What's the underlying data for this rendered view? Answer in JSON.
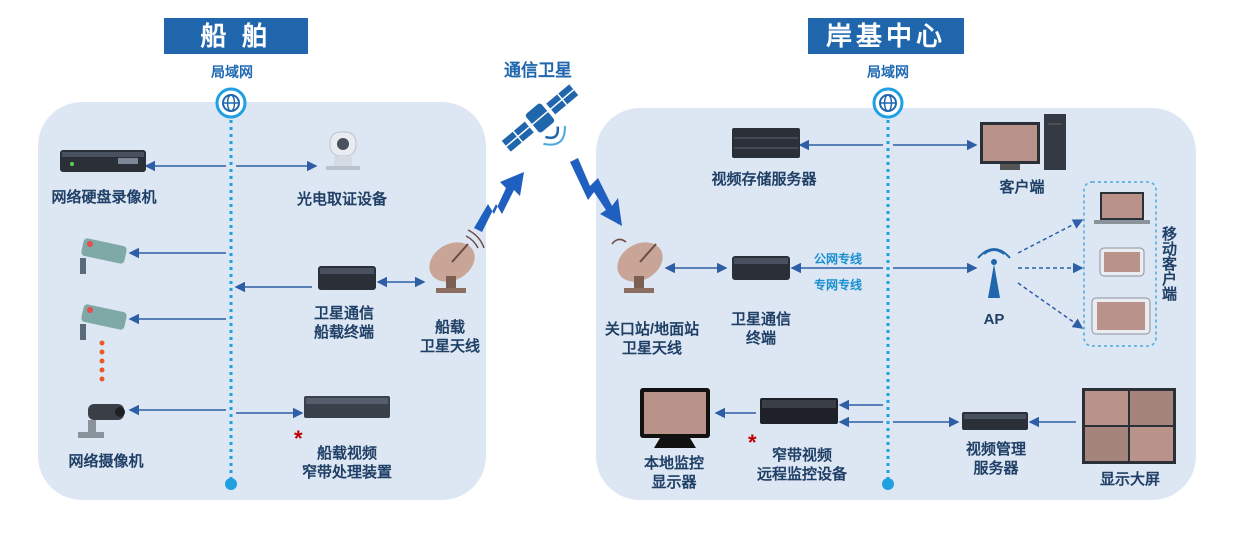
{
  "ship": {
    "title": "船 舶",
    "lan": "局域网",
    "devices": {
      "nvr": "网络硬盘录像机",
      "eo": "光电取证设备",
      "terminal": "卫星通信\n船载终端",
      "antenna": "船载\n卫星天线",
      "camera": "网络摄像机",
      "processor": "船载视频\n窄带处理装置"
    }
  },
  "satellite": {
    "label": "通信卫星"
  },
  "shore": {
    "title": "岸基中心",
    "lan": "局域网",
    "devices": {
      "storage": "视频存储服务器",
      "client": "客户端",
      "mobile": "移动客户端",
      "antenna": "关口站/地面站\n卫星天线",
      "terminal": "卫星通信\n终端",
      "public_line": "公网专线",
      "private_line": "专网专线",
      "ap": "AP",
      "local_display": "本地监控\n显示器",
      "remote": "窄带视频\n远程监控设备",
      "vms": "视频管理\n服务器",
      "bigscreen": "显示大屏"
    }
  },
  "marker": "*",
  "colors": {
    "title_bg": "#1f66ad",
    "panel": "#dde7f3",
    "bus": "#1fa0e0",
    "link": "#2e5fa6",
    "bolt": "#1f5fbf"
  }
}
